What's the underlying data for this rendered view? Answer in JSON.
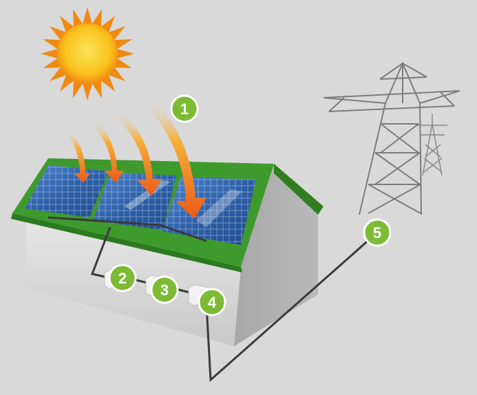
{
  "diagram": {
    "steps": [
      {
        "number": "1"
      },
      {
        "number": "2"
      },
      {
        "number": "3"
      },
      {
        "number": "4"
      },
      {
        "number": "5"
      }
    ]
  },
  "colors": {
    "background": "#d9d9d9",
    "badge_fill": "#7dbb35",
    "roof_green": "#3e9a2c",
    "sun_yellow": "#f9c21b",
    "sun_orange": "#f08a12",
    "ray_orange": "#ee6a18",
    "panel_blue": "#2d5fa8",
    "wire": "#3a3a3a",
    "tower_grey": "#7c7c7c"
  },
  "icons": [
    "sun-icon",
    "sunlight-ray-icon",
    "solar-panel-icon",
    "house-icon",
    "inverter-box-icon",
    "transmission-tower-icon"
  ]
}
